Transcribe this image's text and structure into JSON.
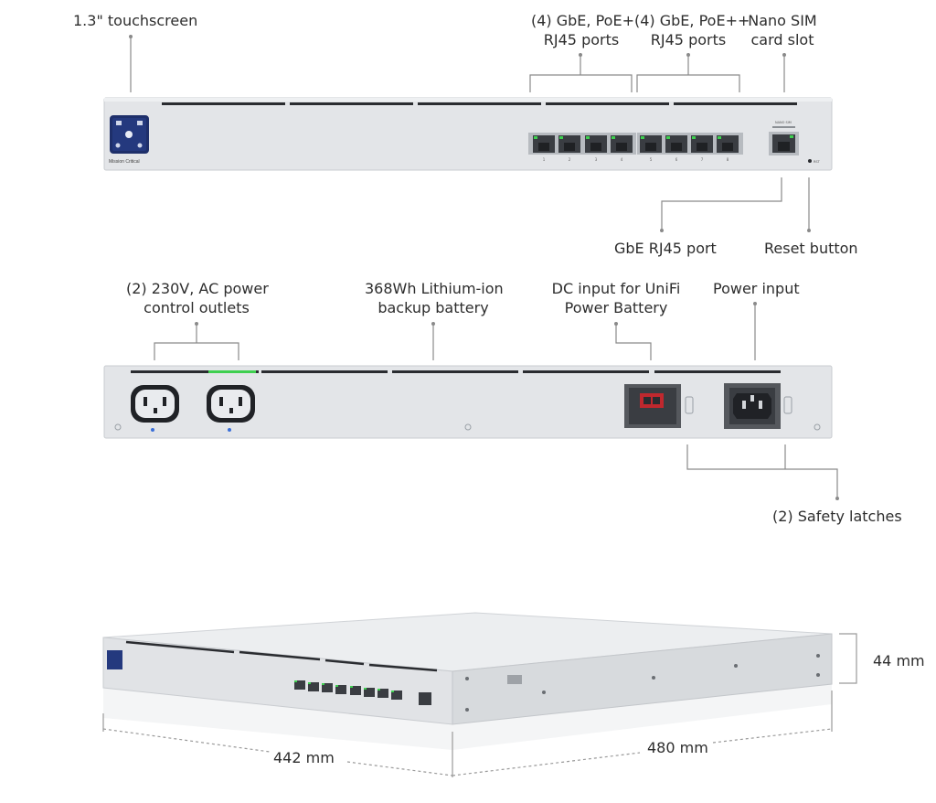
{
  "front_view": {
    "labels": {
      "touchscreen": "1.3\" touchscreen",
      "poe_plus_ports": [
        "(4) GbE, PoE+",
        "RJ45 ports"
      ],
      "poe_plusplus_ports": [
        "(4) GbE, PoE++",
        "RJ45 ports"
      ],
      "nano_sim": [
        "Nano SIM",
        "card slot"
      ],
      "gbe_port": "GbE RJ45 port",
      "reset_button": "Reset button"
    },
    "device_text": {
      "brand": "Mission Critical",
      "port_numbers": [
        "1",
        "2",
        "3",
        "4",
        "5",
        "6",
        "7",
        "8"
      ],
      "sim_label": "NANO SIM",
      "reset_label": "RST"
    }
  },
  "rear_view": {
    "labels": {
      "ac_outlets": [
        "(2) 230V, AC power",
        "control outlets"
      ],
      "battery": [
        "368Wh Lithium-ion",
        "backup battery"
      ],
      "dc_input": [
        "DC input for UniFi",
        "Power Battery"
      ],
      "power_input": "Power input",
      "safety_latches": "(2) Safety latches"
    }
  },
  "dimensions": {
    "height": "44 mm",
    "width": "442 mm",
    "depth": "480 mm"
  },
  "colors": {
    "chassis": "#e3e5e8",
    "led_green": "#3ecf4f",
    "leader_line": "#8a8a8a",
    "port_grey": "#3a3d42",
    "dc_red": "#c0282e"
  }
}
